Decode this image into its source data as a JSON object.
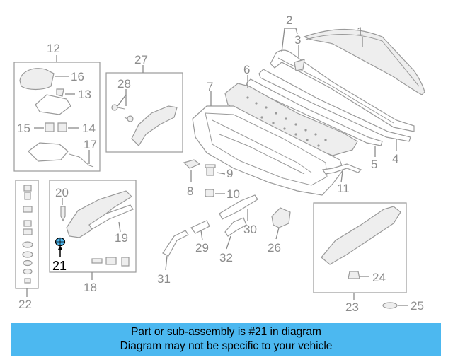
{
  "callouts": {
    "c1": "1",
    "c2": "2",
    "c3": "3",
    "c4": "4",
    "c5": "5",
    "c6": "6",
    "c7": "7",
    "c8": "8",
    "c9": "9",
    "c10": "10",
    "c11": "11",
    "c12": "12",
    "c13": "13",
    "c14": "14",
    "c15": "15",
    "c16": "16",
    "c17": "17",
    "c18": "18",
    "c19": "19",
    "c20": "20",
    "c21": "21",
    "c22": "22",
    "c23": "23",
    "c24": "24",
    "c25": "25",
    "c26": "26",
    "c27": "27",
    "c28": "28",
    "c29": "29",
    "c30": "30",
    "c31": "31",
    "c32": "32"
  },
  "highlight": {
    "part_number": "21",
    "color": "#4cb8f0"
  },
  "banner": {
    "line1": "Part or sub-assembly is #21 in diagram",
    "line2": "Diagram may not be specific to your vehicle",
    "background": "#4cb8f0"
  }
}
